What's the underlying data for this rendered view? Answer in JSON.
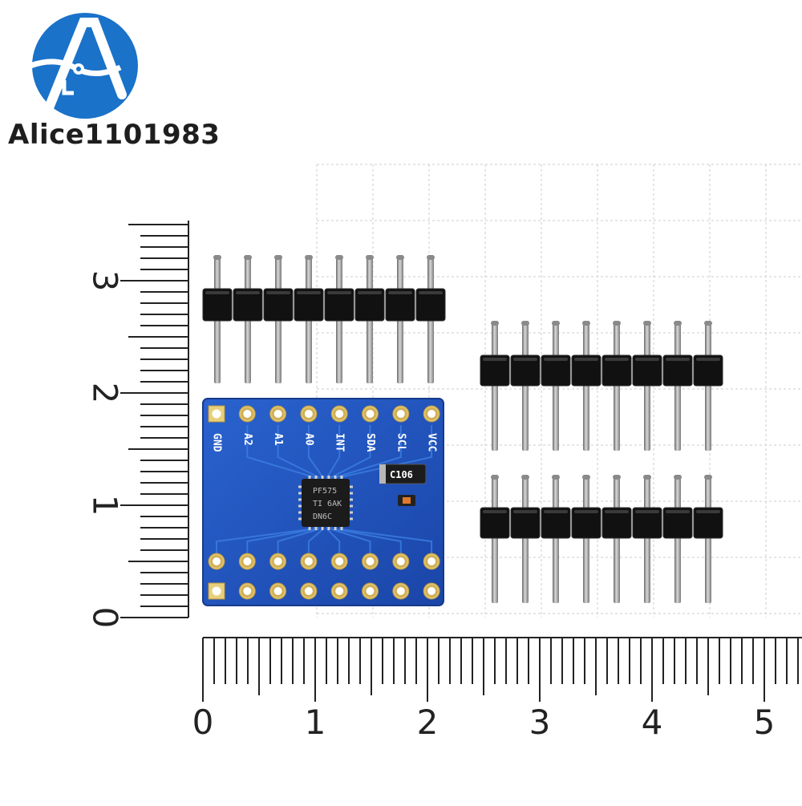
{
  "brand": {
    "name": "Alice1101983",
    "logo_color": "#1a72c9"
  },
  "board": {
    "color": "#1f4fb8",
    "top_pin_labels": [
      "GND",
      "A2",
      "A1",
      "A0",
      "INT",
      "SDA",
      "SCL",
      "VCC"
    ],
    "chip_marking": [
      "PF575",
      "TI 6AK",
      "DN6C"
    ],
    "capacitor_marking": "C106"
  },
  "ruler": {
    "horizontal_labels": [
      "0",
      "1",
      "2",
      "3",
      "4",
      "5"
    ],
    "vertical_labels": [
      "0",
      "1",
      "2",
      "3"
    ]
  },
  "headers": {
    "count": 3,
    "pins_per_header": 8
  }
}
